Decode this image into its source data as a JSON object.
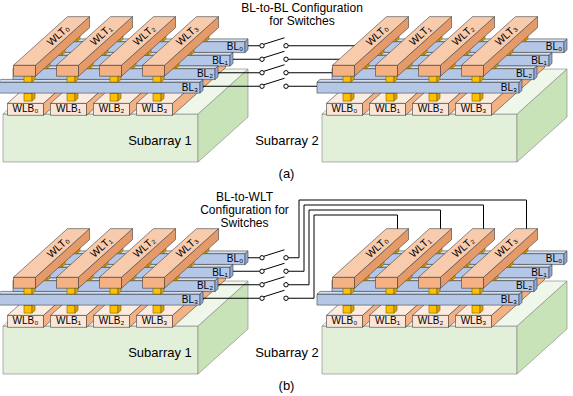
{
  "diagram": {
    "labels": [
      "BL-to-BL Configuration for Switches",
      "WLT₀",
      "WLT₁",
      "WLT₂",
      "WLT₃",
      "WLT₀",
      "WLT₁",
      "WLT₂",
      "WLT₃",
      "BL₀",
      "BL₁",
      "BL₂",
      "BL₃",
      "BL₀",
      "BL₁",
      "BL₂",
      "BL₃",
      "WLB₀",
      "WLB₁",
      "WLB₂",
      "WLB₃",
      "WLB₀",
      "WLB₁",
      "WLB₂",
      "WLB₃",
      "Subarray 1",
      "Subarray 2",
      "(a)",
      "BL-to-WLT Configuration for Switches",
      "WLT₀",
      "WLT₁",
      "WLT₂",
      "WLT₃",
      "WLT₀",
      "WLT₁",
      "WLT₂",
      "WLT₃",
      "BL₀",
      "BL₁",
      "BL₂",
      "BL₃",
      "BL₀",
      "BL₁",
      "BL₂",
      "BL₃",
      "WLB₀",
      "WLB₁",
      "WLB₂",
      "WLB₃",
      "WLB₀",
      "WLB₁",
      "WLB₂",
      "WLB₃",
      "Subarray 1",
      "Subarray 2",
      "(b)"
    ]
  }
}
